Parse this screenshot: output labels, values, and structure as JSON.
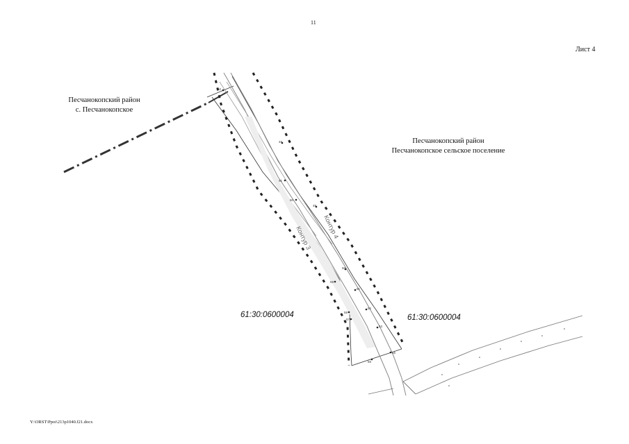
{
  "page": {
    "number": "11",
    "sheet": "Лист 4",
    "footer_path": "Y:\\ORST\\Ppoi\\213p1040.f21.docx"
  },
  "labels": {
    "left_district": "Песчанокопский район",
    "left_settlement": "с. Песчанокопское",
    "right_district": "Песчанокопский район",
    "right_settlement": "Песчанокопское сельское поселение"
  },
  "cadastral": {
    "left": "61:30:0600004",
    "right": "61:30:0600004"
  },
  "contours": {
    "c3": "Контур 3",
    "c4": "Контур 4"
  },
  "points": {
    "p48": "48",
    "p49": "49",
    "p50": "50",
    "p51": "51",
    "p52": "52",
    "p53": "53",
    "p55": "55",
    "p56": "56",
    "p57": "57",
    "p58": "58",
    "p59": "59",
    "p60": "60",
    "p61": "61",
    "p62": "62"
  }
}
